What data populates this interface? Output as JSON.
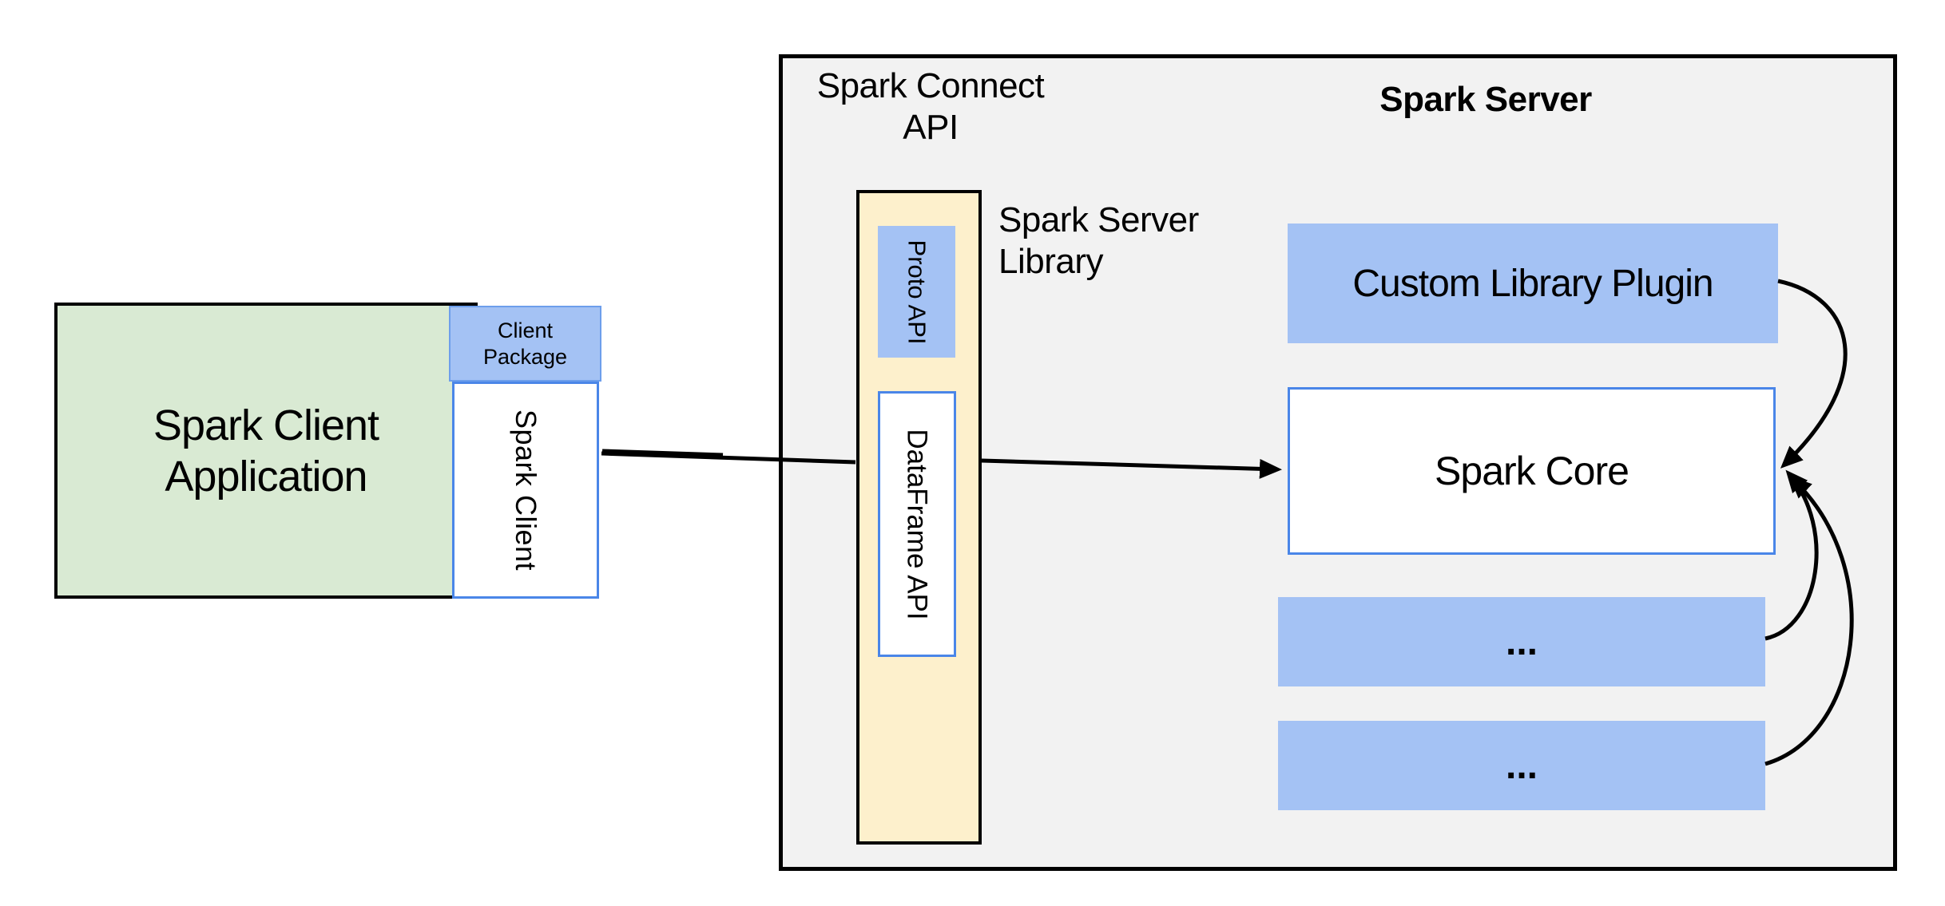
{
  "diagram": {
    "client": {
      "app_label_line1": "Spark Client",
      "app_label_line2": "Application",
      "package_label_line1": "Client",
      "package_label_line2": "Package",
      "spark_client_label": "Spark Client"
    },
    "connect": {
      "api_label_line1": "Spark Connect",
      "api_label_line2": "API",
      "proto_api_label": "Proto API",
      "dataframe_api_label": "DataFrame API",
      "server_library_label_line1": "Spark Server",
      "server_library_label_line2": "Library"
    },
    "server": {
      "title": "Spark Server",
      "custom_plugin_label": "Custom Library Plugin",
      "spark_core_label": "Spark Core",
      "ellipsis_box1_label": "...",
      "ellipsis_box2_label": "..."
    },
    "colors": {
      "client_green": "#d9ead3",
      "accent_blue": "#a4c2f4",
      "api_yellow": "#fdf0cc",
      "panel_gray": "#f2f2f2",
      "blue_border": "#4a86e8",
      "line_black": "#000000"
    }
  }
}
